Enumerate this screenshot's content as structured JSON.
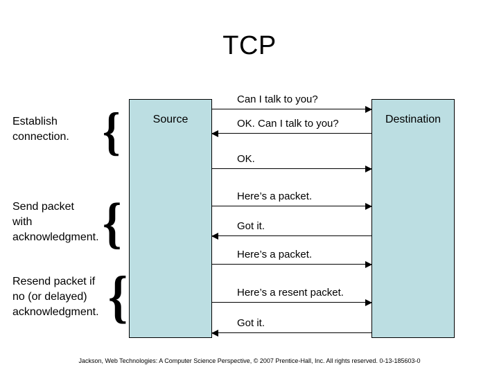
{
  "slide": {
    "title": "TCP",
    "background_color": "#ffffff",
    "accent_color": "#bcdee2",
    "line_color": "#000000"
  },
  "lifelines": [
    {
      "id": "source",
      "label": "Source"
    },
    {
      "id": "destination",
      "label": "Destination"
    }
  ],
  "phases": [
    {
      "label": "Establish\nconnection.",
      "brace": "{"
    },
    {
      "label": "Send packet\nwith\nacknowledgment.",
      "brace": "{"
    },
    {
      "label": "Resend packet if\nno (or delayed)\nacknowledgment.",
      "brace": "{"
    }
  ],
  "messages": [
    {
      "text": "Can I talk to you?",
      "direction": "to-right"
    },
    {
      "text": "OK.  Can I talk to you?",
      "direction": "to-left"
    },
    {
      "text": "OK.",
      "direction": "to-right"
    },
    {
      "text": "Here’s a packet.",
      "direction": "to-right"
    },
    {
      "text": "Got it.",
      "direction": "to-left"
    },
    {
      "text": "Here’s a packet.",
      "direction": "to-right"
    },
    {
      "text": "Here’s a resent packet.",
      "direction": "to-right"
    },
    {
      "text": "Got it.",
      "direction": "to-left"
    }
  ],
  "footer": {
    "citation": "Jackson, Web Technologies: A Computer Science Perspective, © 2007 Prentice-Hall, Inc. All rights reserved. 0-13-185603-0"
  }
}
